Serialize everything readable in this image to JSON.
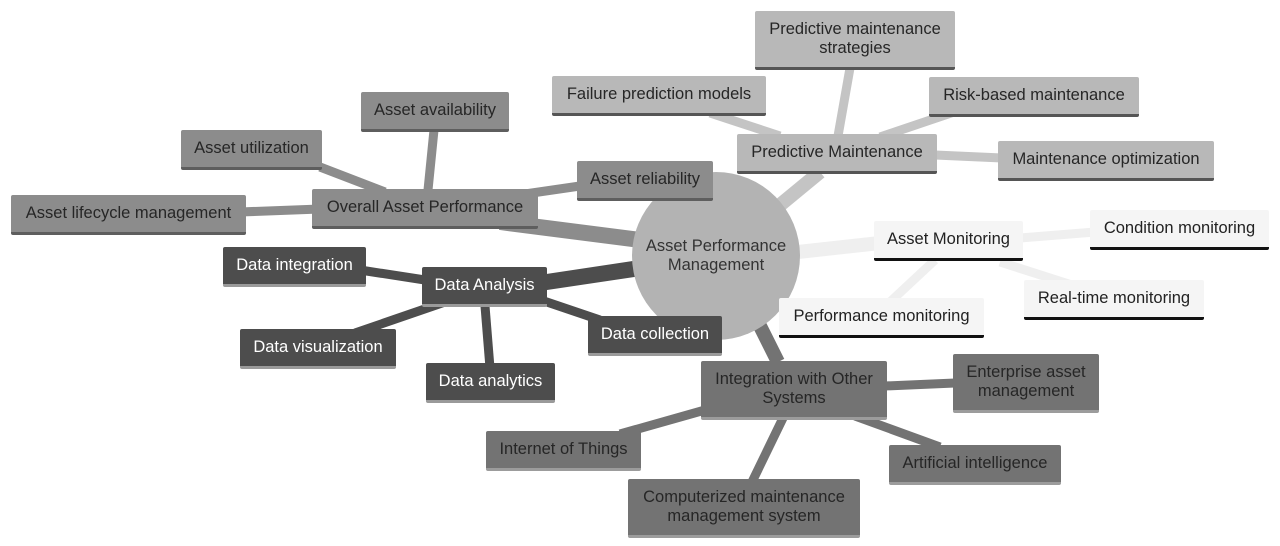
{
  "diagram": {
    "type": "mind-map",
    "root": {
      "label": "Asset Performance Management",
      "color": "#b3b3b3"
    },
    "branches": [
      {
        "id": "oap",
        "label": "Overall Asset Performance",
        "color": "#8c8c8c",
        "children": [
          "Asset lifecycle management",
          "Asset utilization",
          "Asset availability",
          "Asset reliability"
        ]
      },
      {
        "id": "pm",
        "label": "Predictive Maintenance",
        "color": "#b8b8b8",
        "children": [
          "Failure prediction models",
          "Predictive maintenance strategies",
          "Risk-based maintenance",
          "Maintenance optimization"
        ]
      },
      {
        "id": "da",
        "label": "Data Analysis",
        "color": "#4d4d4d",
        "children": [
          "Data integration",
          "Data visualization",
          "Data analytics",
          "Data collection"
        ]
      },
      {
        "id": "am",
        "label": "Asset Monitoring",
        "color": "#f5f5f5",
        "children": [
          "Condition monitoring",
          "Real-time monitoring",
          "Performance monitoring"
        ]
      },
      {
        "id": "int",
        "label": "Integration with Other Systems",
        "color": "#737373",
        "children": [
          "Enterprise asset management",
          "Artificial intelligence",
          "Computerized maintenance management system",
          "Internet of Things"
        ]
      }
    ]
  }
}
